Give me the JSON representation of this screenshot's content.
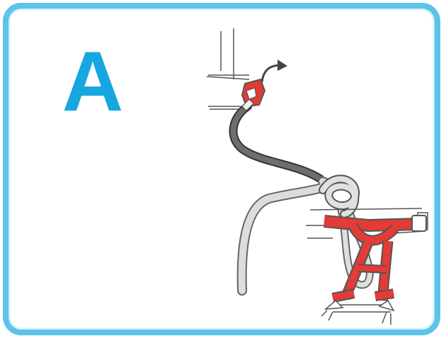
{
  "panel_letter": "A",
  "colors": {
    "border": "#5cc3ea",
    "letter": "#16a6e0",
    "rope": "#d9d9d9",
    "rope_dark": "#555555",
    "webbing": "#e33b35",
    "outline": "#555555"
  },
  "icons": [
    "anchor-post",
    "belay-device",
    "pull-arrow",
    "rope",
    "figure-eight-knot",
    "harness"
  ]
}
